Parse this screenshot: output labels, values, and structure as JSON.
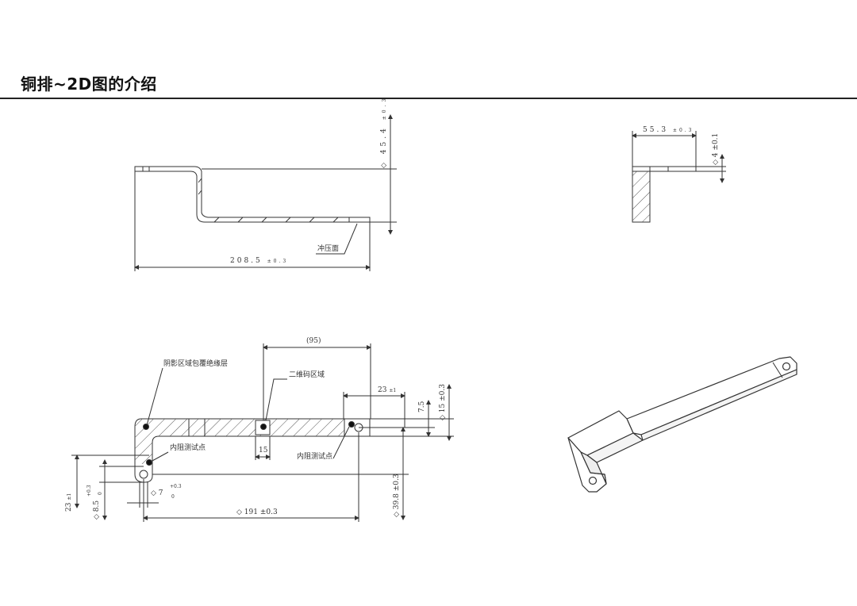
{
  "page": {
    "title": "铜排~2D图的介绍"
  },
  "side_view": {
    "dim_height": "45.4",
    "dim_height_tol": "±0.3",
    "dim_length": "208.5",
    "dim_length_tol": "±0.3",
    "note_stamp": "冲压面"
  },
  "end_view": {
    "dim_width": "55.3",
    "dim_width_tol": "±0.3",
    "dim_thickness": "4",
    "dim_thickness_tol": "±0.1"
  },
  "plan_view": {
    "note_insulation": "阴影区域包覆绝缘层",
    "note_qr": "二维码区域",
    "note_test_left": "内阻测试点",
    "note_test_right": "内阻测试点",
    "dim_top_ref": "(95)",
    "dim_23_right": "23",
    "dim_23_right_tol": "±1",
    "dim_75": "7.5",
    "dim_15_right": "15",
    "dim_15_right_tol": "±0.3",
    "dim_15_bottom": "15",
    "dim_7": "7",
    "dim_7_tol_up": "+0.3",
    "dim_7_tol_low": "0",
    "dim_85": "8.5",
    "dim_85_tol_up": "+0.3",
    "dim_85_tol_low": "0",
    "dim_23_left": "23",
    "dim_23_left_tol": "±1",
    "dim_191": "191",
    "dim_191_tol": "±0.3",
    "dim_398": "39.8",
    "dim_398_tol": "±0.3",
    "diamond": "◇"
  }
}
